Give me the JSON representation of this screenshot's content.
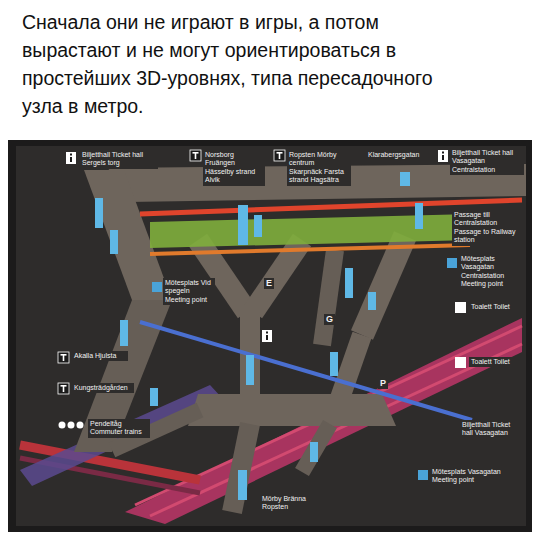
{
  "diagram": {
    "title": "Сначала они не играют в игры, а потом вырастают и не могут ориентироваться в простейших 3D-уровнях, типа пересадочного узла в метро.",
    "labels": [
      "Biljetthall Ticket hall Sergels torg",
      "Norsborg Fruängen Hässelby strand Alvik",
      "Ropsten Mörby centrum Skarpnäck Farsta strand Hagsätra",
      "Klarabergsgatan",
      "Biljetthall Ticket hall Vasagatan Centralstation",
      "Passage till Centralstation Passage to Railway station",
      "Mötesplats Vasagatan Centralstation Meeting point",
      "Toalett Toilet",
      "Mötesplats Vid spegeln Meeting point",
      "Akalla Hjulsta",
      "Kungsträdgården",
      "Pendeltåg Commuter trains",
      "Toalett Toilet",
      "Biljetthall Ticket hall Vasagatan",
      "Mötesplats Vasagatan Meeting point",
      "Mörby Bränna Ropsten",
      "E",
      "G",
      "P"
    ]
  }
}
